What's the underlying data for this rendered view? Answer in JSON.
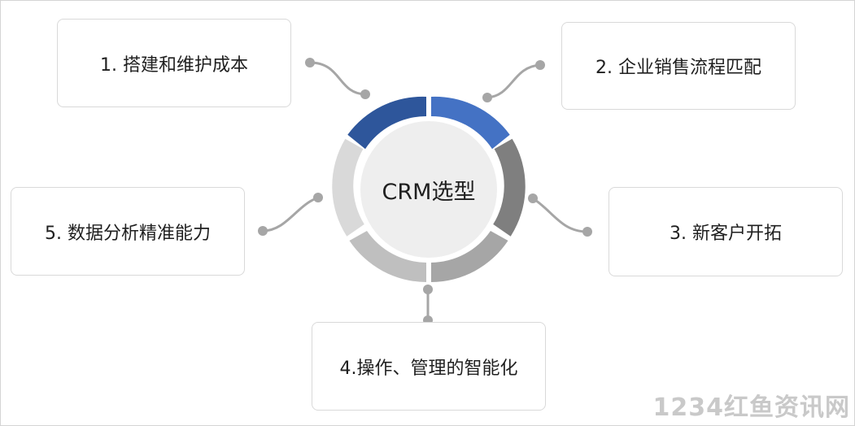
{
  "center": {
    "label": "CRM选型"
  },
  "items": [
    {
      "label": "1. 搭建和维护成本"
    },
    {
      "label": "2. 企业销售流程匹配"
    },
    {
      "label": "3. 新客户开拓"
    },
    {
      "label": "4.操作、管理的智能化"
    },
    {
      "label": "5. 数据分析精准能力"
    }
  ],
  "watermark": "1234红鱼资讯网",
  "colors": {
    "segment_top_left": "#2e569b",
    "segment_top_right": "#4472c4",
    "segment_right": "#7f7f7f",
    "segment_bottom_right": "#a6a6a6",
    "segment_bottom_left": "#bfbfbf",
    "segment_left": "#d9d9d9",
    "connector": "#a6a6a6",
    "inner_circle": "#eeeeee"
  }
}
